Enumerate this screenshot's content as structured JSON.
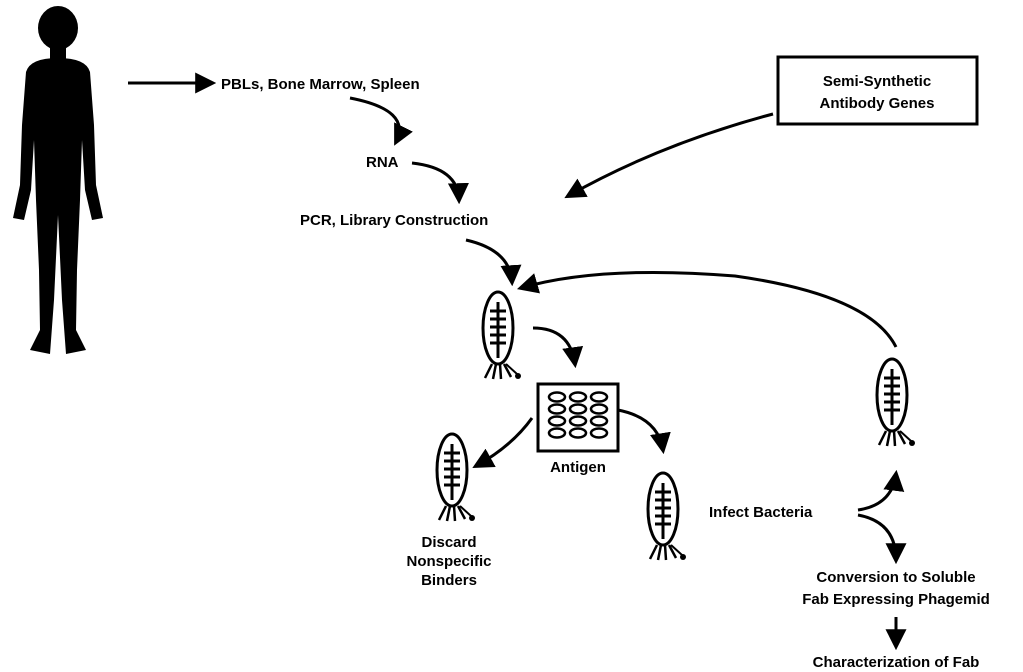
{
  "diagram": {
    "sources": {
      "tissues": "PBLs, Bone Marrow, Spleen",
      "synthetic_line1": "Semi-Synthetic",
      "synthetic_line2": "Antibody Genes"
    },
    "steps": {
      "rna": "RNA",
      "pcr": "PCR, Library Construction",
      "antigen": "Antigen",
      "discard_line1": "Discard",
      "discard_line2": "Nonspecific",
      "discard_line3": "Binders",
      "infect": "Infect Bacteria",
      "conversion_line1": "Conversion to Soluble",
      "conversion_line2": "Fab Expressing Phagemid",
      "characterization": "Characterization of Fab"
    },
    "icons": {
      "person": "human-silhouette-icon",
      "phage": "phage-icon",
      "plate": "antigen-plate-icon"
    },
    "colors": {
      "ink": "#000000",
      "background": "#ffffff"
    }
  }
}
